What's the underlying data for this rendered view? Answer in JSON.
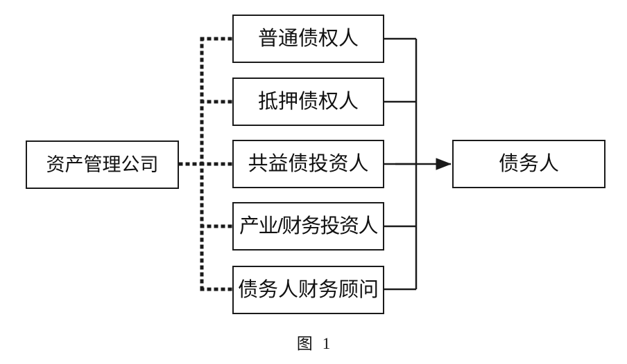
{
  "figure": {
    "caption_label": "图",
    "caption_number": "1",
    "title": "图 1"
  },
  "colors": {
    "stroke": "#1a1a1a",
    "text": "#111111",
    "background": "#ffffff"
  },
  "nodes": {
    "source": {
      "id": "asset-management-company",
      "label": "资产管理公司"
    },
    "target": {
      "id": "debtor",
      "label": "债务人"
    },
    "middle": [
      {
        "id": "ordinary-creditor",
        "label": "普通债权人"
      },
      {
        "id": "mortgage-creditor",
        "label": "抵押债权人"
      },
      {
        "id": "common-benefit-debt-investor",
        "label": "共益债投资人"
      },
      {
        "id": "industrial-financial-investor",
        "label": "产业/财务投资人"
      },
      {
        "id": "debtor-financial-advisor",
        "label": "债务人财务顾问"
      }
    ]
  },
  "connectors": {
    "dotted_trunk": {
      "name": "dotted-vertical-trunk",
      "style": "dotted"
    },
    "dotted_branches": {
      "name": "dotted-branch",
      "style": "dotted",
      "count": 5
    },
    "solid_bus": {
      "name": "solid-vertical-bus",
      "style": "solid"
    },
    "arrow": {
      "name": "arrow-to-debtor",
      "style": "solid-with-arrowhead",
      "direction": "right"
    }
  }
}
